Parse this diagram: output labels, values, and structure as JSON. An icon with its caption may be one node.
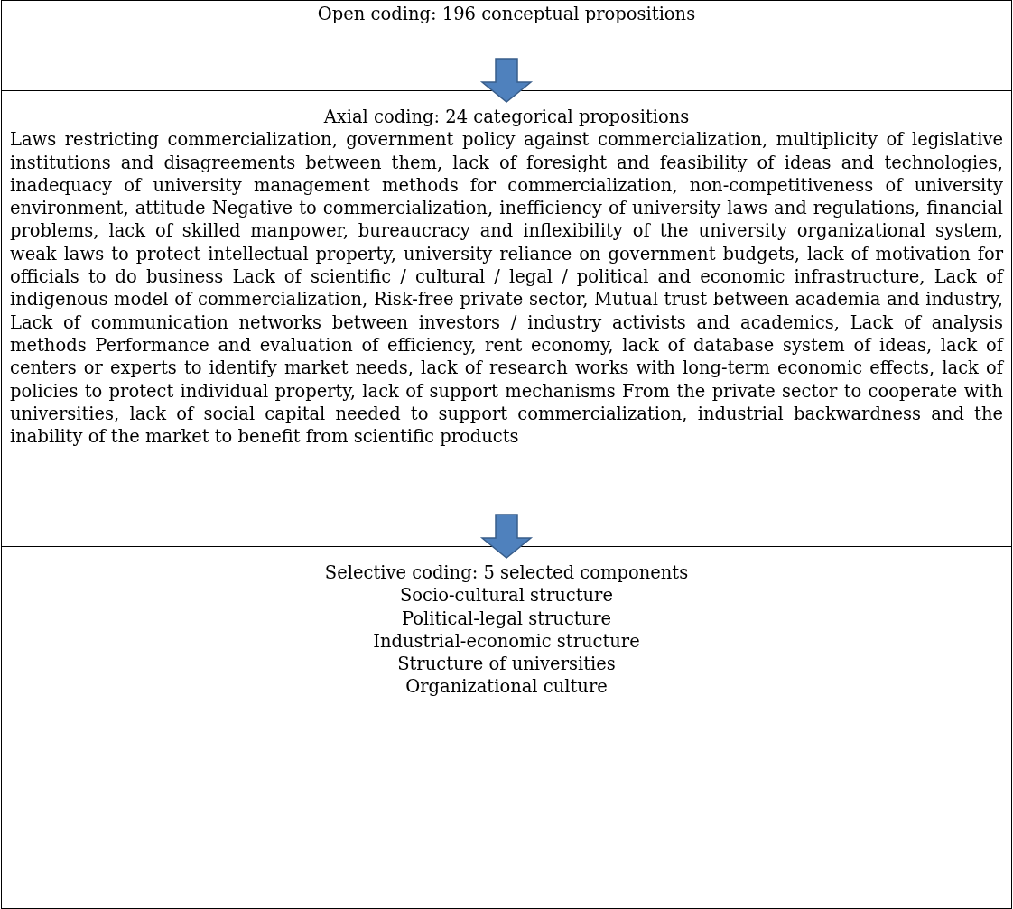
{
  "diagram": {
    "nodes": [
      {
        "text": [
          "Open coding: 196 conceptual propositions"
        ]
      },
      {
        "text": [
          "Axial coding: 24 categorical propositions",
          "Laws restricting commercialization, government policy against commercialization, multiplicity of legislative institutions and disagreements between them, lack of foresight and feasibility of ideas and technologies, inadequacy of university management methods for commercialization, non-competitiveness of university environment, attitude Negative to commercialization, inefficiency of university laws and regulations, financial problems, lack of skilled manpower, bureaucracy and inflexibility of the university organizational system, weak laws to protect intellectual property, university reliance on government budgets, lack of motivation for officials to do business Lack of scientific / cultural / legal / political and economic infrastructure, Lack of indigenous model of commercialization, Risk-free private sector, Mutual trust between academia and industry, Lack of communication networks between investors / industry activists and academics, Lack of analysis methods Performance and evaluation of efficiency, rent economy, lack of database system of ideas, lack of centers or experts to identify market needs, lack of research works with long-term economic effects, lack of policies to protect individual property, lack of support mechanisms From the private sector to cooperate with universities, lack of social capital needed to support commercialization, industrial backwardness and the inability of the market to benefit from scientific products"
        ]
      },
      {
        "text": [
          "Selective coding: 5 selected components",
          "Socio-cultural structure",
          "Political-legal structure",
          "Industrial-economic structure",
          "Structure of universities",
          "Organizational culture"
        ]
      }
    ],
    "edges": [
      {
        "from": 0,
        "to": 1,
        "arrow": "to"
      },
      {
        "from": 1,
        "to": 2,
        "arrow": "to"
      }
    ]
  }
}
